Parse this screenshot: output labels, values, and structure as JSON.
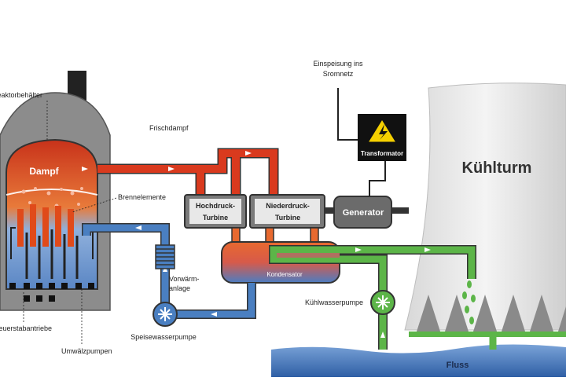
{
  "labels": {
    "reactor_vessel": "Reaktorbehälter",
    "steam": "Dampf",
    "fuel_elements": "Brennelemente",
    "control_rod_drives": "Steuerstabantriebe",
    "circulation_pumps": "Umwälzpumpen",
    "live_steam": "Frischdampf",
    "feed_in": "Einspeisung ins",
    "feed_in_2": "Sromnetz",
    "transformer": "Transformator",
    "hp_turbine_1": "Hochdruck-",
    "hp_turbine_2": "Turbine",
    "lp_turbine_1": "Niederdruck-",
    "lp_turbine_2": "Turbine",
    "generator": "Generator",
    "condenser": "Kondensator",
    "preheater_1": "Vorwärm-",
    "preheater_2": "anlage",
    "feedwater_pump": "Speisewasserpumpe",
    "cooling_water_pump": "Kühlwasserpumpe",
    "cooling_tower": "Kühlturm",
    "river": "Fluss"
  },
  "colors": {
    "steam_red": "#d93a1e",
    "water_blue": "#4a7fc1",
    "cooling_green": "#5cb548",
    "concrete_gray": "#8c8c8c",
    "dark": "#222222",
    "warning_yellow": "#f5d000"
  },
  "icons": [
    "lightning-warning-icon",
    "pump-star-icon"
  ]
}
